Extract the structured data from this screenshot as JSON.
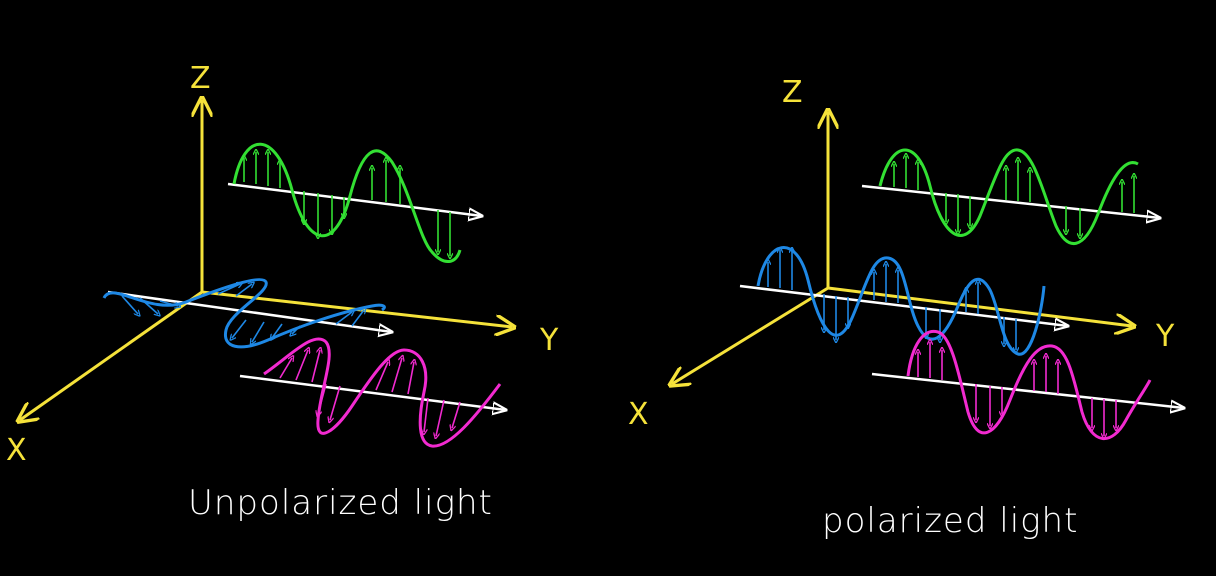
{
  "colors": {
    "background": "#000000",
    "axis": "#f5e23a",
    "ray": "#ffffff",
    "wave_vertical": "#33e033",
    "wave_horizontal": "#1e88e5",
    "wave_diagonal": "#f22ad0"
  },
  "panels": [
    {
      "caption": "Unpolarized light",
      "axes": {
        "z": "Z",
        "y": "Y",
        "x": "X"
      }
    },
    {
      "caption": "polarized light",
      "axes": {
        "z": "Z",
        "y": "Y",
        "x": "X"
      }
    }
  ]
}
